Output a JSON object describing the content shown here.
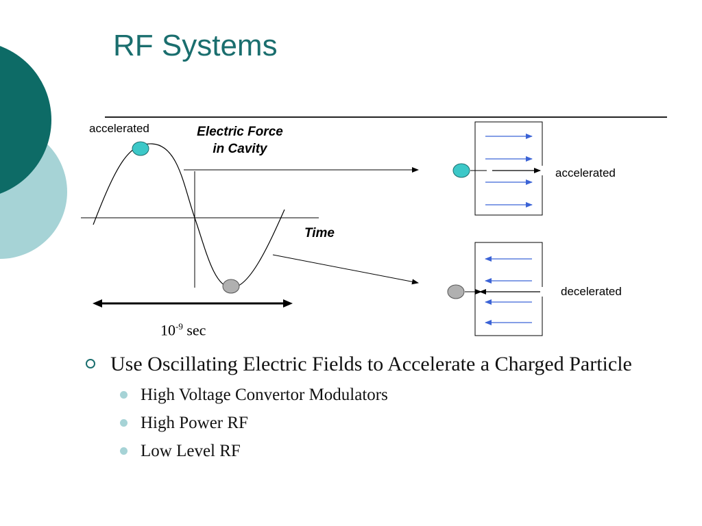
{
  "slide": {
    "title": "RF Systems"
  },
  "diagram": {
    "wave_label_top": "accelerated",
    "force_label_line1": "Electric Force",
    "force_label_line2": "in Cavity",
    "time_label": "Time",
    "period_base": "10",
    "period_exp": "-9",
    "period_unit": " sec",
    "cavity_top_label": "accelerated",
    "cavity_bottom_label": "decelerated"
  },
  "bullets": {
    "main": "Use Oscillating Electric Fields to Accelerate a Charged Particle",
    "sub": [
      "High Voltage Convertor Modulators",
      "High Power RF",
      "Low Level RF"
    ]
  },
  "colors": {
    "accent": "#1a6e6e",
    "accent_light": "#a6d3d6",
    "particle_accel": "#3cc8c8",
    "particle_decel": "#b0b0b0",
    "field_arrow": "#3b63d6"
  }
}
